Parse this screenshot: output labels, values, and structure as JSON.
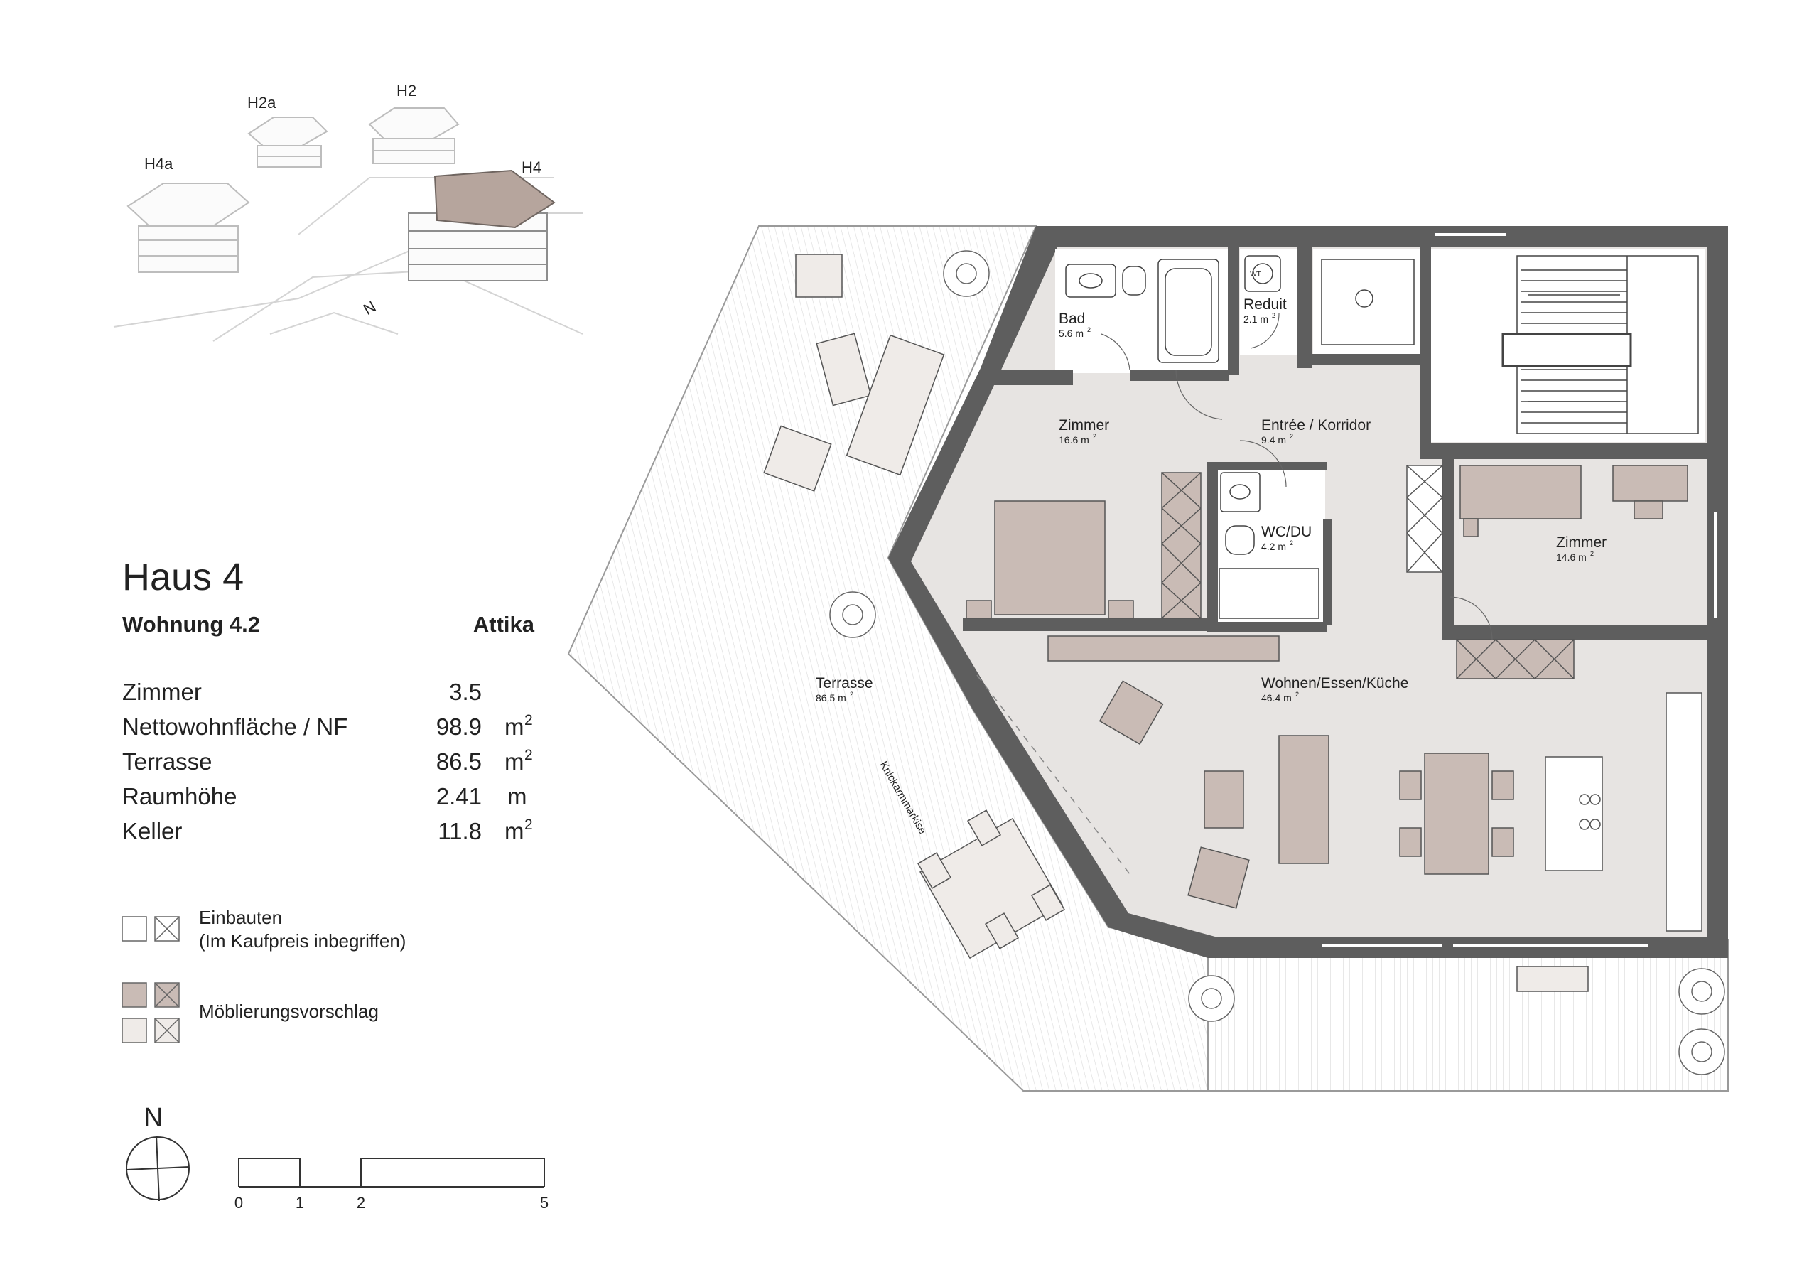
{
  "site_plan": {
    "labels": {
      "h2a": "H2a",
      "h2": "H2",
      "h4a": "H4a",
      "h4": "H4",
      "north": "N"
    },
    "highlight_color": "#b6a59d"
  },
  "title": "Haus 4",
  "unit": {
    "name": "Wohnung 4.2",
    "level": "Attika"
  },
  "facts": [
    {
      "label": "Zimmer",
      "value": "3.5",
      "unit": "",
      "sup": ""
    },
    {
      "label": "Nettowohnfläche / NF",
      "value": "98.9",
      "unit": "m",
      "sup": "2"
    },
    {
      "label": "Terrasse",
      "value": "86.5",
      "unit": "m",
      "sup": "2"
    },
    {
      "label": "Raumhöhe",
      "value": "2.41",
      "unit": "m",
      "sup": ""
    },
    {
      "label": "Keller",
      "value": "11.8",
      "unit": "m",
      "sup": "2"
    }
  ],
  "legend": {
    "einbauten_line1": "Einbauten",
    "einbauten_line2": "(Im Kaufpreis inbegriffen)",
    "moeblierung": "Möblierungsvorschlag"
  },
  "north": "N",
  "scale": {
    "ticks": [
      "0",
      "1",
      "2",
      "5"
    ]
  },
  "rooms": {
    "bad": {
      "name": "Bad",
      "area": "5.6 m",
      "sup": "2"
    },
    "reduit": {
      "name": "Reduit",
      "area": "2.1 m",
      "sup": "2"
    },
    "zimmer1": {
      "name": "Zimmer",
      "area": "16.6 m",
      "sup": "2"
    },
    "entree": {
      "name": "Entrée / Korridor",
      "area": "9.4 m",
      "sup": "2"
    },
    "wc": {
      "name": "WC/DU",
      "area": "4.2 m",
      "sup": "2"
    },
    "zimmer2": {
      "name": "Zimmer",
      "area": "14.6 m",
      "sup": "2"
    },
    "wohnen": {
      "name": "Wohnen/Essen/Küche",
      "area": "46.4 m",
      "sup": "2"
    },
    "terrasse": {
      "name": "Terrasse",
      "area": "86.5 m",
      "sup": "2"
    },
    "markise": "Knickarmmarkise",
    "wt": "WT"
  },
  "colors": {
    "wall": "#5e5e5e",
    "floor": "#e7e4e2",
    "furniture_dark": "#c9bbb5",
    "furniture_light": "#efebe8",
    "terrace_line": "#d2d2d2"
  }
}
